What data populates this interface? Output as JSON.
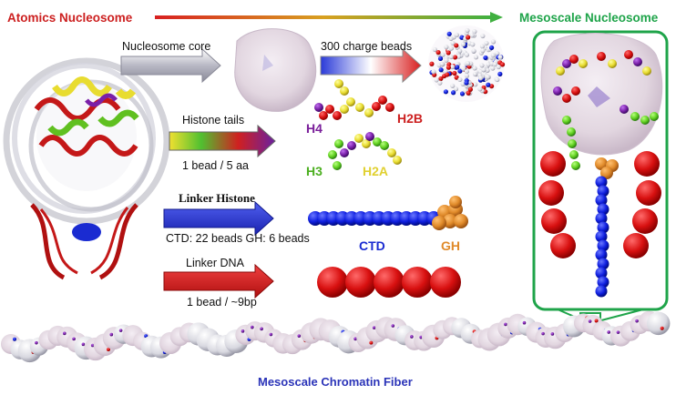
{
  "header": {
    "left_title": "Atomics Nucleosome",
    "right_title": "Mesoscale Nucleosome"
  },
  "steps": {
    "core": {
      "label": "Nucleosome core"
    },
    "charge": {
      "label": "300 charge beads"
    },
    "tails": {
      "label": "Histone tails",
      "sublabel": "1 bead / 5 aa"
    },
    "linker_histone": {
      "label": "Linker Histone",
      "sublabel": "CTD: 22 beads   GH: 6 beads"
    },
    "linker_dna": {
      "label": "Linker DNA",
      "sublabel": "1 bead / ~9bp"
    }
  },
  "tail_labels": {
    "h4": "H4",
    "h2b": "H2B",
    "h3": "H3",
    "h2a": "H2A"
  },
  "linker_labels": {
    "ctd": "CTD",
    "gh": "GH"
  },
  "footer": {
    "fiber_label": "Mesoscale Chromatin Fiber"
  },
  "colors": {
    "red": "#cc1f1f",
    "green": "#1fa44a",
    "blue": "#1a2bd1",
    "orange": "#e08a2a",
    "purple": "#7a1f9a",
    "yellow": "#e6d43a"
  }
}
